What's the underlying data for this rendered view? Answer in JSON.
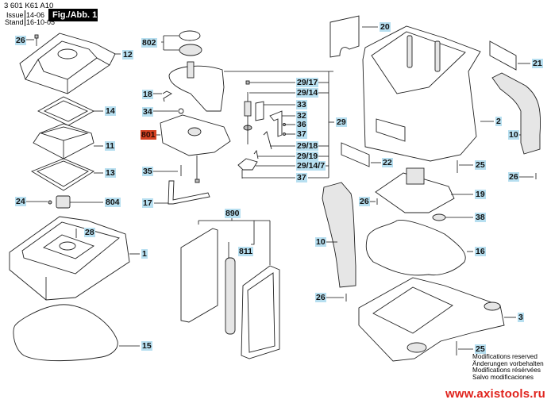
{
  "header": {
    "part_number": "3 601 K61 A10",
    "issue_label": "Issue",
    "issue_value": "14-06",
    "stand_label": "Stand",
    "stand_value": "16-10-05",
    "figure_label": "Fig./Abb. 1"
  },
  "callouts": {
    "c26_top": "26",
    "c12": "12",
    "c802": "802",
    "c18": "18",
    "c34": "34",
    "c801": "801",
    "c14": "14",
    "c11": "11",
    "c13": "13",
    "c35": "35",
    "c24": "24",
    "c804": "804",
    "c17": "17",
    "c28": "28",
    "c1": "1",
    "c15": "15",
    "c890": "890",
    "c811": "811",
    "c29_17": "29/17",
    "c29_14": "29/14",
    "c33": "33",
    "c32": "32",
    "c36": "36",
    "c37a": "37",
    "c29": "29",
    "c29_18": "29/18",
    "c29_19": "29/19",
    "c29_14_7": "29/14/7",
    "c37b": "37",
    "c20": "20",
    "c21": "21",
    "c2": "2",
    "c10_right": "10",
    "c22": "22",
    "c25_top": "25",
    "c26_right": "26",
    "c19": "19",
    "c26_mid": "26",
    "c38": "38",
    "c10_left": "10",
    "c16": "16",
    "c26_bottom": "26",
    "c3": "3",
    "c25_bottom": "25"
  },
  "highlight_colors": {
    "callout": "#b7dff0",
    "callout_highlighted": "#d44122",
    "website": "#e0231d"
  },
  "notice": {
    "line1": "Modifications reserved",
    "line2": "Änderungen vorbehalten",
    "line3": "Modifications résérvées",
    "line4": "Salvo modificaciones"
  },
  "website": "www.axistools.ru"
}
